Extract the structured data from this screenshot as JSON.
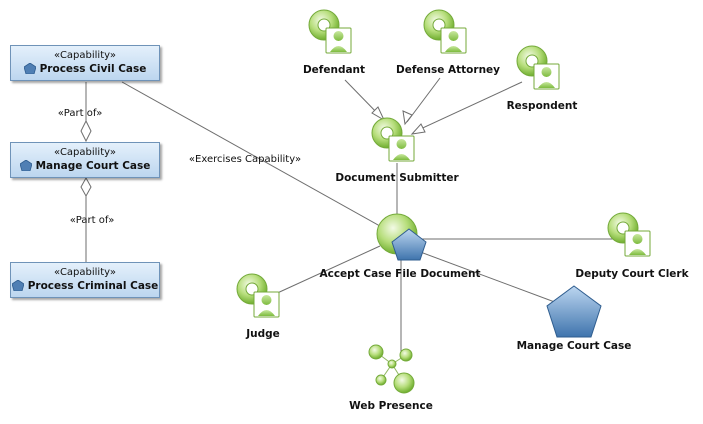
{
  "capabilities": [
    {
      "stereotype": "«Capability»",
      "name": "Process Civil Case"
    },
    {
      "stereotype": "«Capability»",
      "name": "Manage Court Case"
    },
    {
      "stereotype": "«Capability»",
      "name": "Process Criminal Case"
    }
  ],
  "relations": {
    "part_of_1": "«Part of»",
    "part_of_2": "«Part of»",
    "exercises": "«Exercises Capability»"
  },
  "roles": {
    "defendant": "Defendant",
    "defense_attorney": "Defense Attorney",
    "respondent": "Respondent",
    "document_submitter": "Document Submitter",
    "deputy_court_clerk": "Deputy Court Clerk",
    "judge": "Judge"
  },
  "center": {
    "accept_case_file_document": "Accept Case File Document"
  },
  "others": {
    "manage_court_case": "Manage Court Case",
    "web_presence": "Web Presence"
  },
  "colors": {
    "node_green": "#8cc63f",
    "node_blue": "#4f7fb4",
    "capability_fill": "#c8def3",
    "line": "#6e6e6e"
  }
}
